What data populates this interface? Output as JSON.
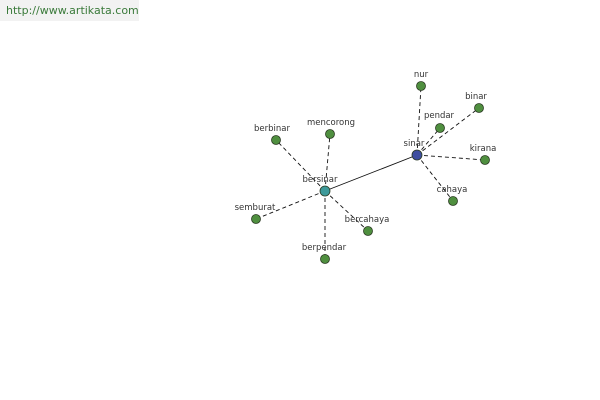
{
  "banner": {
    "url": "http://www.artikata.com"
  },
  "colors": {
    "center_primary": "#3f4fa0",
    "center_secondary": "#3d9a9a",
    "leaf": "#4f8f3f",
    "node_stroke": "#2a3a22",
    "edge": "#111111"
  },
  "graph": {
    "nodes": [
      {
        "id": "sinar",
        "label": "sinar",
        "kind": "center_primary"
      },
      {
        "id": "bersinar",
        "label": "bersinar",
        "kind": "center_secondary"
      },
      {
        "id": "nur",
        "label": "nur",
        "kind": "leaf"
      },
      {
        "id": "binar",
        "label": "binar",
        "kind": "leaf"
      },
      {
        "id": "pendar",
        "label": "pendar",
        "kind": "leaf"
      },
      {
        "id": "kirana",
        "label": "kirana",
        "kind": "leaf"
      },
      {
        "id": "cahaya",
        "label": "cahaya",
        "kind": "leaf"
      },
      {
        "id": "berbinar",
        "label": "berbinar",
        "kind": "leaf"
      },
      {
        "id": "mencorong",
        "label": "mencorong",
        "kind": "leaf"
      },
      {
        "id": "semburat",
        "label": "semburat",
        "kind": "leaf"
      },
      {
        "id": "bercahaya",
        "label": "bercahaya",
        "kind": "leaf"
      },
      {
        "id": "berpendar",
        "label": "berpendar",
        "kind": "leaf"
      }
    ],
    "edges": [
      {
        "from": "sinar",
        "to": "bersinar",
        "style": "solid"
      },
      {
        "from": "sinar",
        "to": "nur",
        "style": "dashed"
      },
      {
        "from": "sinar",
        "to": "binar",
        "style": "dashed"
      },
      {
        "from": "sinar",
        "to": "pendar",
        "style": "dashed"
      },
      {
        "from": "sinar",
        "to": "kirana",
        "style": "dashed"
      },
      {
        "from": "sinar",
        "to": "cahaya",
        "style": "dashed"
      },
      {
        "from": "bersinar",
        "to": "berbinar",
        "style": "dashed"
      },
      {
        "from": "bersinar",
        "to": "mencorong",
        "style": "dashed"
      },
      {
        "from": "bersinar",
        "to": "semburat",
        "style": "dashed"
      },
      {
        "from": "bersinar",
        "to": "bercahaya",
        "style": "dashed"
      },
      {
        "from": "bersinar",
        "to": "berpendar",
        "style": "dashed"
      }
    ]
  }
}
